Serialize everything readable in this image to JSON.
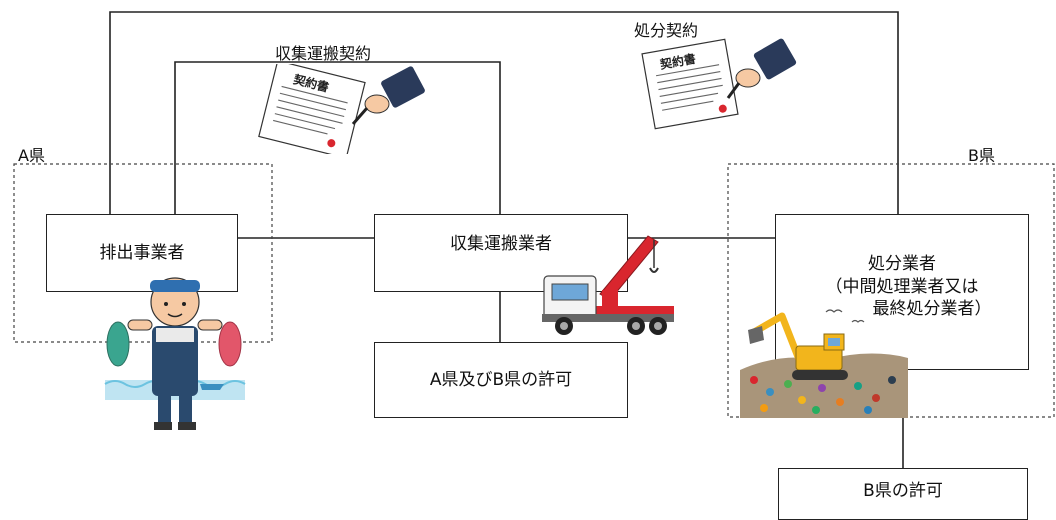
{
  "regions": {
    "a": "A県",
    "b": "B県"
  },
  "contracts": {
    "collection": "収集運搬契約",
    "disposal": "処分契約"
  },
  "boxes": {
    "generator": "排出事業者",
    "collector": "収集運搬業者",
    "collector_permit": "A県及びB県の許可",
    "disposer_line1": "処分業者",
    "disposer_line2": "（中間処理業者又は",
    "disposer_line3": "最終処分業者）",
    "disposer_permit": "B県の許可"
  },
  "illustrations": {
    "contract_doc_title": "契約書"
  },
  "colors": {
    "line": "#222222",
    "crane_red": "#d9262e",
    "excavator_yellow": "#f2b51c",
    "fisherman_apron": "#2a4a6e",
    "fish_teal": "#3aa58f",
    "fish_red": "#e2566a",
    "water": "#bfe4f2"
  }
}
